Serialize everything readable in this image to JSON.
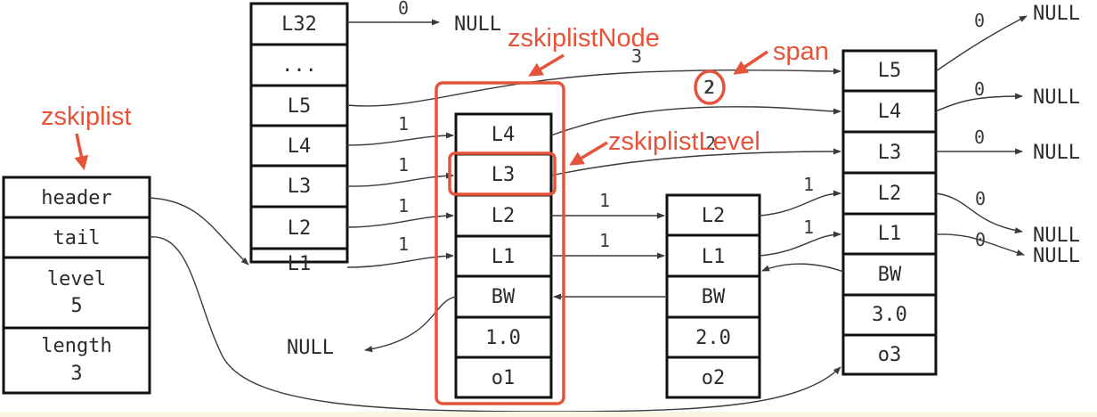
{
  "zskiplist": {
    "cells": [
      "header",
      "tail",
      "level",
      "5",
      "length",
      "3"
    ]
  },
  "header_node": {
    "cells": [
      "L32",
      "...",
      "L5",
      "L4",
      "L3",
      "L2",
      "L1"
    ]
  },
  "node1": {
    "cells": [
      "L4",
      "L3",
      "L2",
      "L1",
      "BW",
      "1.0",
      "o1"
    ]
  },
  "node2": {
    "cells": [
      "L2",
      "L1",
      "BW",
      "2.0",
      "o2"
    ]
  },
  "node3": {
    "cells": [
      "L5",
      "L4",
      "L3",
      "L2",
      "L1",
      "BW",
      "3.0",
      "o3"
    ]
  },
  "null_labels": {
    "top_center": "NULL",
    "n3_l5": "NULL",
    "n3_l4": "NULL",
    "n3_l3": "NULL",
    "n3_l2": "NULL",
    "n3_l1": "NULL",
    "backward": "NULL"
  },
  "spans": {
    "hdr_l32": "0",
    "hdr_l5": "3",
    "hdr_l4": "1",
    "hdr_l3": "1",
    "hdr_l2": "1",
    "hdr_l1": "1",
    "n1_l4": "2",
    "n1_l3": "2",
    "n1_l2": "1",
    "n1_l1": "1",
    "n2_l2": "1",
    "n2_l1": "1",
    "n3_l5": "0",
    "n3_l4": "0",
    "n3_l3": "0",
    "n3_l2": "0",
    "n3_l1": "0"
  },
  "annotations": {
    "zskiplist": "zskiplist",
    "zskiplistNode": "zskiplistNode",
    "span": "span",
    "zskiplistLevel": "zskiplistLevel"
  },
  "colors": {
    "annotation": "#e5533a",
    "box_stroke": "#111111",
    "arrow": "#3a3a3a"
  }
}
